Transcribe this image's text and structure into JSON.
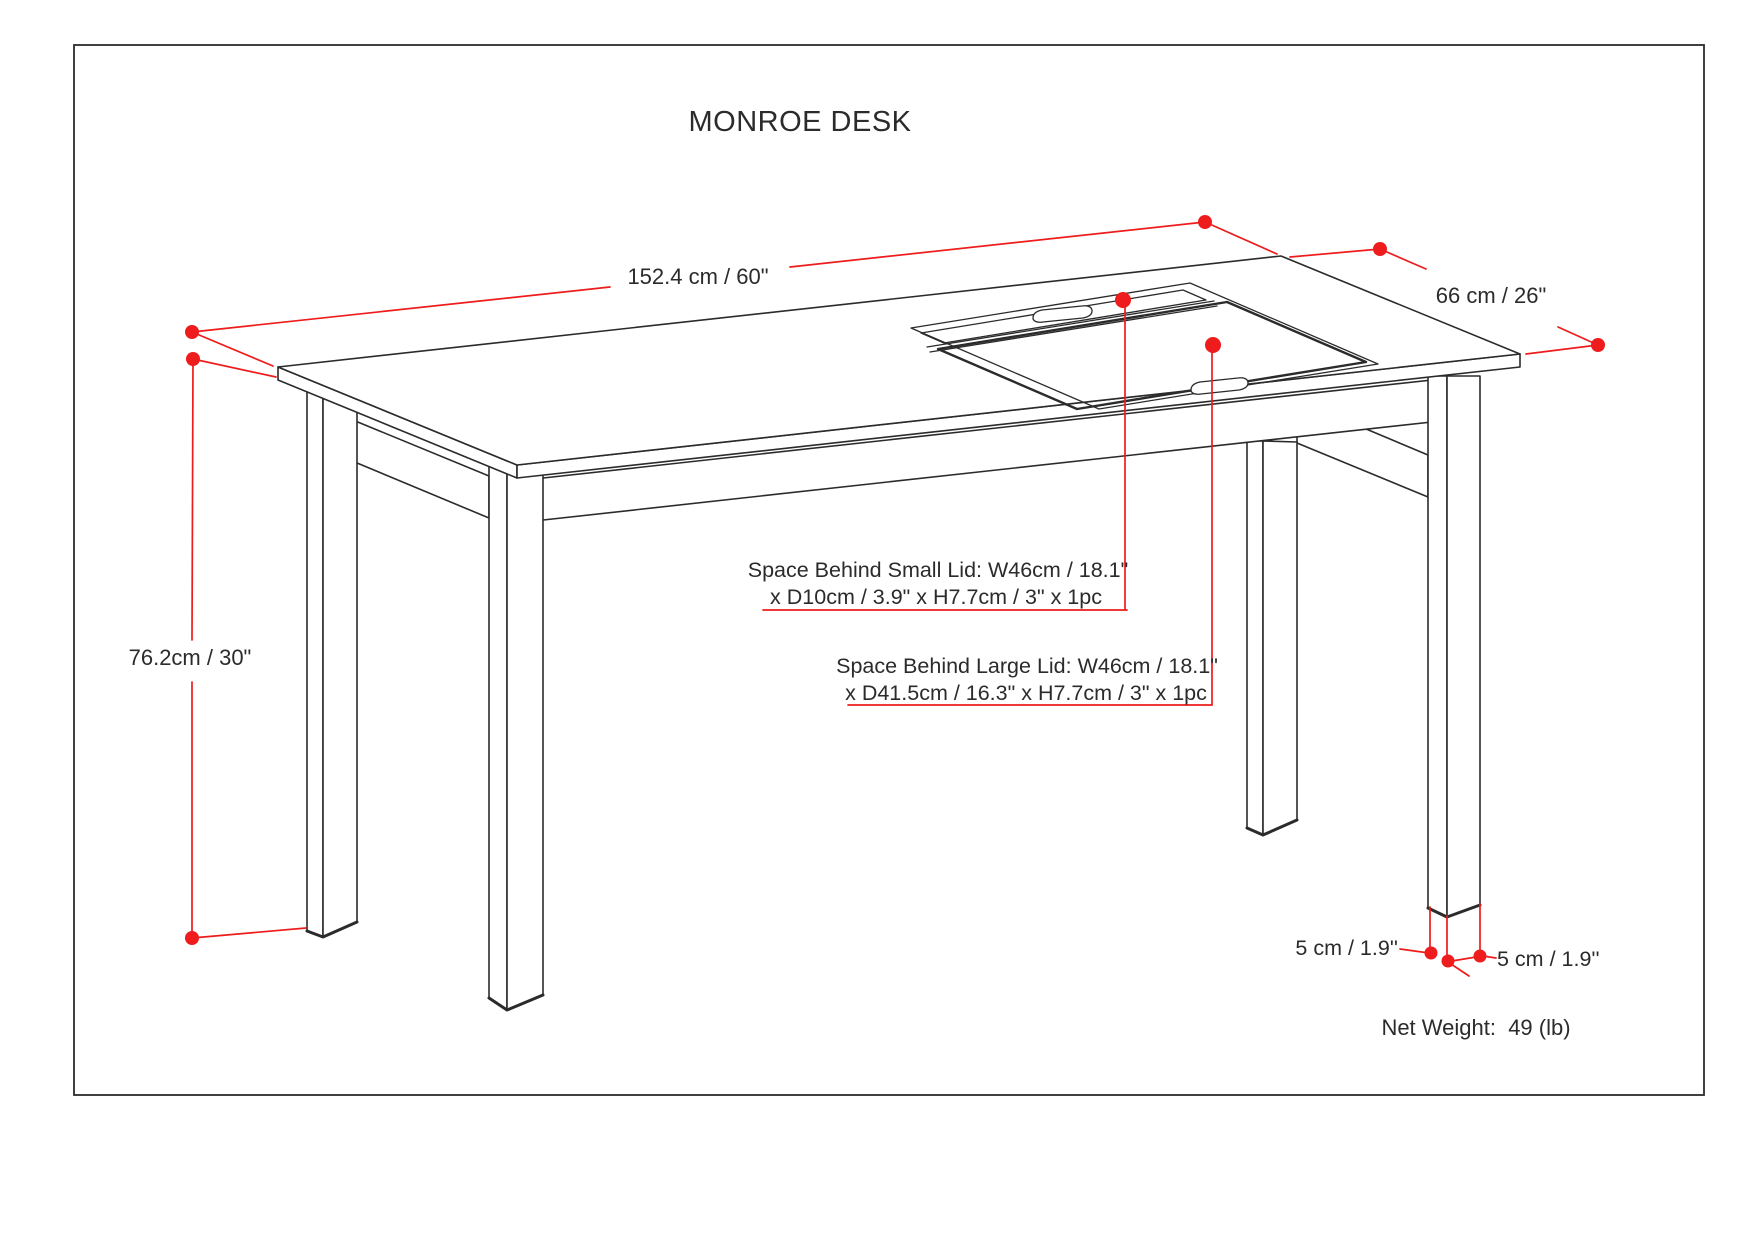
{
  "page": {
    "title": "MONROE DESK",
    "net_weight": "Net Weight:  49 (lb)"
  },
  "dimensions": {
    "length": "152.4 cm / 60\"",
    "depth": "66 cm / 26\"",
    "height": "76.2cm / 30\"",
    "leg_thickness_left": "5 cm / 1.9''",
    "leg_thickness_right": "5 cm / 1.9''"
  },
  "annotations": {
    "small_lid": {
      "line1": "Space Behind Small Lid: W46cm / 18.1\"",
      "line2": "x D10cm / 3.9\" x H7.7cm / 3\" x 1pc"
    },
    "large_lid": {
      "line1": "Space Behind Large Lid: W46cm / 18.1\"",
      "line2": "x D41.5cm / 16.3\" x H7.7cm / 3\" x 1pc"
    }
  },
  "colors": {
    "accent": "#ee1c1c",
    "ink": "#2b2b2b"
  }
}
